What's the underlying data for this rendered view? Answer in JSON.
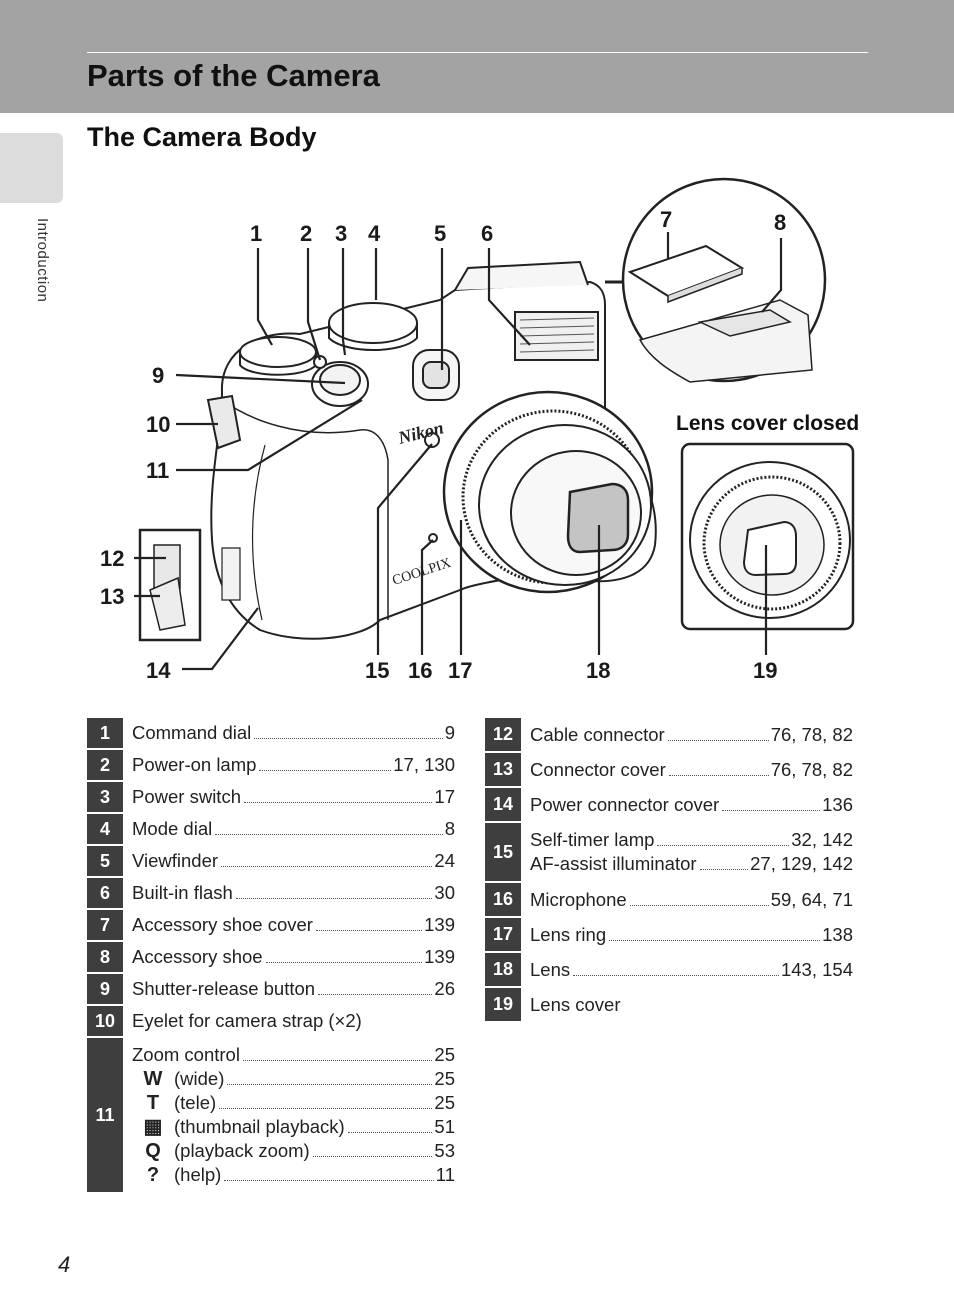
{
  "header": {
    "title": "Parts of the Camera",
    "section": "The Camera Body",
    "side_tab": "Introduction"
  },
  "diagram": {
    "callouts": [
      "1",
      "2",
      "3",
      "4",
      "5",
      "6",
      "7",
      "8",
      "9",
      "10",
      "11",
      "12",
      "13",
      "14",
      "15",
      "16",
      "17",
      "18",
      "19"
    ],
    "lens_cover_caption": "Lens cover closed",
    "brand_logo": "Nikon",
    "model_logo": "COOLPIX"
  },
  "table_left": [
    {
      "num": "1",
      "lines": [
        {
          "label": "Command dial",
          "page": "9"
        }
      ]
    },
    {
      "num": "2",
      "lines": [
        {
          "label": "Power-on lamp",
          "page": "17, 130"
        }
      ]
    },
    {
      "num": "3",
      "lines": [
        {
          "label": "Power switch",
          "page": "17"
        }
      ]
    },
    {
      "num": "4",
      "lines": [
        {
          "label": "Mode dial",
          "page": "8"
        }
      ]
    },
    {
      "num": "5",
      "lines": [
        {
          "label": "Viewfinder",
          "page": "24"
        }
      ]
    },
    {
      "num": "6",
      "lines": [
        {
          "label": "Built-in flash",
          "page": "30"
        }
      ]
    },
    {
      "num": "7",
      "lines": [
        {
          "label": "Accessory shoe cover",
          "page": "139"
        }
      ]
    },
    {
      "num": "8",
      "lines": [
        {
          "label": "Accessory shoe",
          "page": "139"
        }
      ]
    },
    {
      "num": "9",
      "lines": [
        {
          "label": "Shutter-release button",
          "page": "26"
        }
      ]
    },
    {
      "num": "10",
      "lines": [
        {
          "label": "Eyelet for camera strap (×2)",
          "page": ""
        }
      ]
    },
    {
      "num": "11",
      "lines": [
        {
          "label": "Zoom control",
          "page": "25"
        },
        {
          "symbol": "W",
          "label": "(wide)",
          "page": "25"
        },
        {
          "symbol": "T",
          "label": "(tele)",
          "page": "25"
        },
        {
          "symbol": "▦",
          "label": "(thumbnail playback)",
          "page": "51"
        },
        {
          "symbol": "Q",
          "label": "(playback zoom)",
          "page": "53"
        },
        {
          "symbol": "?",
          "label": "(help)",
          "page": "11"
        }
      ]
    }
  ],
  "table_right": [
    {
      "num": "12",
      "lines": [
        {
          "label": "Cable connector",
          "page": "76, 78, 82"
        }
      ]
    },
    {
      "num": "13",
      "lines": [
        {
          "label": "Connector cover",
          "page": "76, 78, 82"
        }
      ]
    },
    {
      "num": "14",
      "lines": [
        {
          "label": "Power connector cover",
          "page": "136"
        }
      ]
    },
    {
      "num": "15",
      "lines": [
        {
          "label": "Self-timer lamp",
          "page": "32, 142"
        },
        {
          "label": "AF-assist illuminator",
          "page": "27, 129, 142"
        }
      ]
    },
    {
      "num": "16",
      "lines": [
        {
          "label": "Microphone",
          "page": "59, 64, 71"
        }
      ]
    },
    {
      "num": "17",
      "lines": [
        {
          "label": "Lens ring",
          "page": "138"
        }
      ]
    },
    {
      "num": "18",
      "lines": [
        {
          "label": "Lens",
          "page": "143, 154"
        }
      ]
    },
    {
      "num": "19",
      "lines": [
        {
          "label": "Lens cover",
          "page": ""
        }
      ]
    }
  ],
  "footer": {
    "page_number": "4"
  }
}
